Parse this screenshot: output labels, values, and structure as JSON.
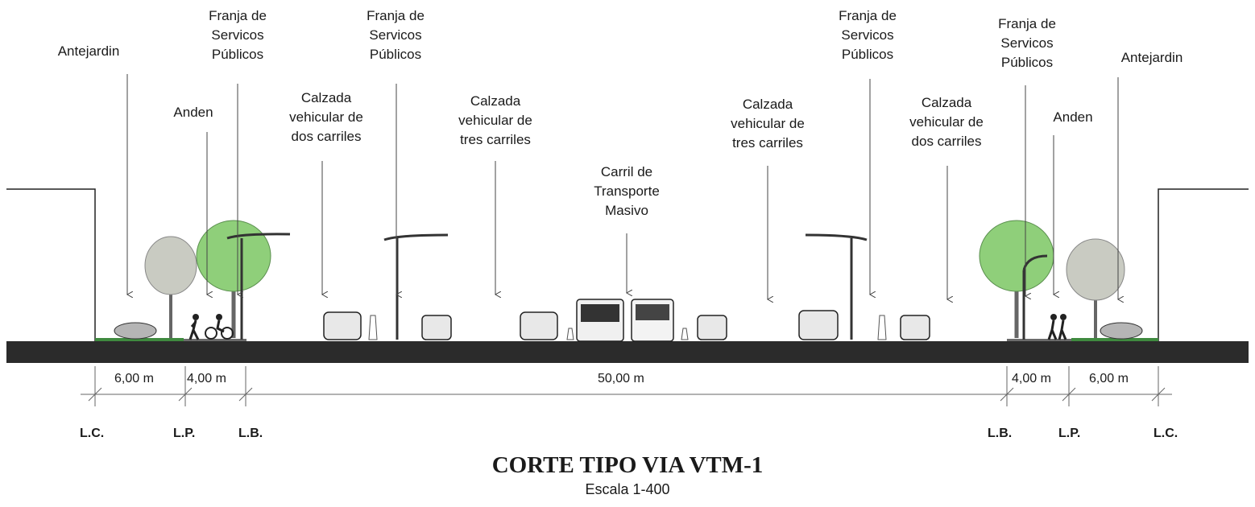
{
  "labels": {
    "antejardin_left": [
      "Antejardin"
    ],
    "anden_left": [
      "Anden"
    ],
    "franja_left_1": [
      "Franja de",
      "Servicos",
      "Públicos"
    ],
    "franja_left_2": [
      "Franja de",
      "Servicos",
      "Públicos"
    ],
    "calzada_dos_left": [
      "Calzada",
      "vehicular de",
      "dos carriles"
    ],
    "calzada_tres_left": [
      "Calzada",
      "vehicular de",
      "tres carriles"
    ],
    "carril_transporte": [
      "Carril de",
      "Transporte",
      "Masivo"
    ],
    "calzada_tres_right": [
      "Calzada",
      "vehicular de",
      "tres carriles"
    ],
    "franja_right_1": [
      "Franja de",
      "Servicos",
      "Públicos"
    ],
    "calzada_dos_right": [
      "Calzada",
      "vehicular de",
      "dos carriles"
    ],
    "franja_right_2": [
      "Franja de",
      "Servicos",
      "Públicos"
    ],
    "anden_right": [
      "Anden"
    ],
    "antejardin_right": [
      "Antejardin"
    ]
  },
  "dimensions": {
    "left_antejardin": "6,00 m",
    "left_anden": "4,00 m",
    "center": "50,00 m",
    "right_anden": "4,00 m",
    "right_antejardin": "6,00 m"
  },
  "lines": {
    "lc_left": "L.C.",
    "lp_left": "L.P.",
    "lb_left": "L.B.",
    "lb_right": "L.B.",
    "lp_right": "L.P.",
    "lc_right": "L.C."
  },
  "title": "CORTE TIPO VIA VTM-1",
  "scale": "Escala 1-400",
  "colors": {
    "road": "#2b2b2b",
    "grass": "#3f8a3f",
    "tree_green": "#8fcf7a",
    "tree_grey": "#c9cbc2",
    "trunk": "#666666"
  }
}
